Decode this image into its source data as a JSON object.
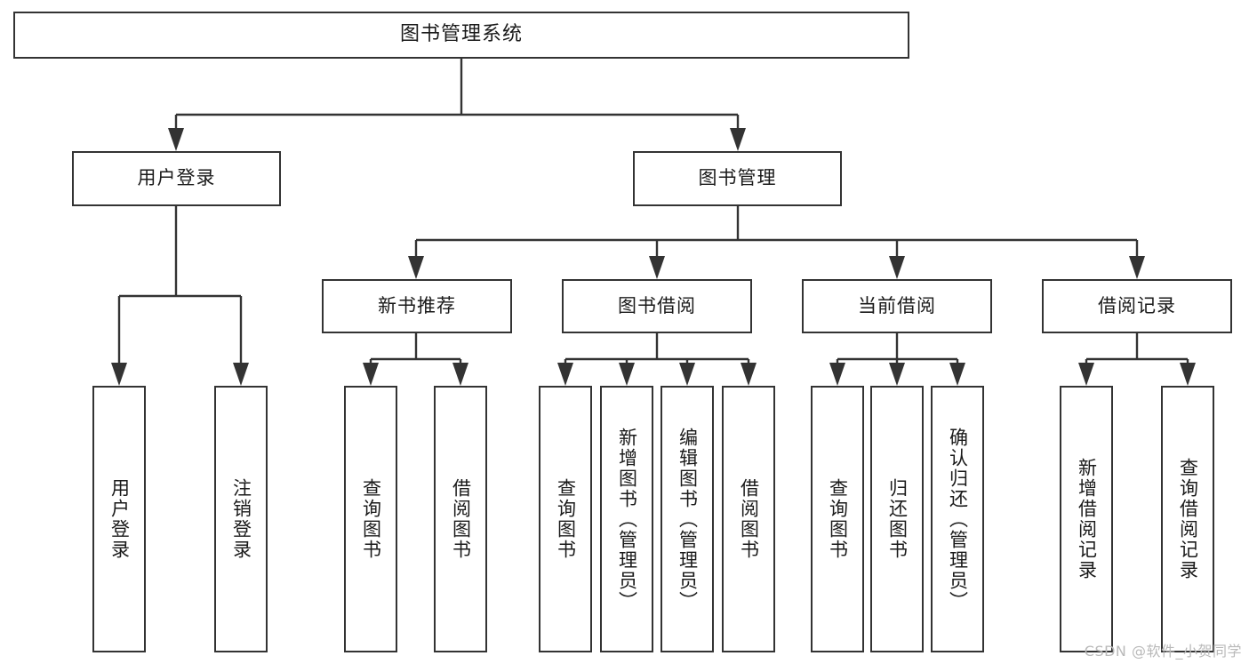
{
  "diagram": {
    "title": "图书管理系统",
    "watermark": "CSDN @软件_小贺同学",
    "accent_color": "#333333",
    "background_color": "#ffffff",
    "nodes": {
      "root": {
        "label": "图书管理系统"
      },
      "level2": [
        {
          "id": "user-login",
          "label": "用户登录"
        },
        {
          "id": "book-management",
          "label": "图书管理"
        }
      ],
      "level3": [
        {
          "id": "new-book-recommend",
          "label": "新书推荐"
        },
        {
          "id": "book-borrow",
          "label": "图书借阅"
        },
        {
          "id": "current-borrow",
          "label": "当前借阅"
        },
        {
          "id": "borrow-record",
          "label": "借阅记录"
        }
      ],
      "leaves": {
        "user_login": [
          {
            "id": "leaf-user-login",
            "label": "用户登录"
          },
          {
            "id": "leaf-logout-login",
            "label": "注销登录"
          }
        ],
        "new_book_recommend": [
          {
            "id": "leaf-query-book-1",
            "label": "查询图书"
          },
          {
            "id": "leaf-borrow-book-1",
            "label": "借阅图书"
          }
        ],
        "book_borrow": [
          {
            "id": "leaf-query-book-2",
            "label": "查询图书"
          },
          {
            "id": "leaf-add-book",
            "label": "新增图书（管理员）"
          },
          {
            "id": "leaf-edit-book",
            "label": "编辑图书（管理员）"
          },
          {
            "id": "leaf-borrow-book-2",
            "label": "借阅图书"
          }
        ],
        "current_borrow": [
          {
            "id": "leaf-query-book-3",
            "label": "查询图书"
          },
          {
            "id": "leaf-return-book",
            "label": "归还图书"
          },
          {
            "id": "leaf-confirm-return",
            "label": "确认归还（管理员）"
          }
        ],
        "borrow_record": [
          {
            "id": "leaf-add-borrow-record",
            "label": "新增借阅记录"
          },
          {
            "id": "leaf-query-borrow-record",
            "label": "查询借阅记录"
          }
        ]
      }
    }
  }
}
